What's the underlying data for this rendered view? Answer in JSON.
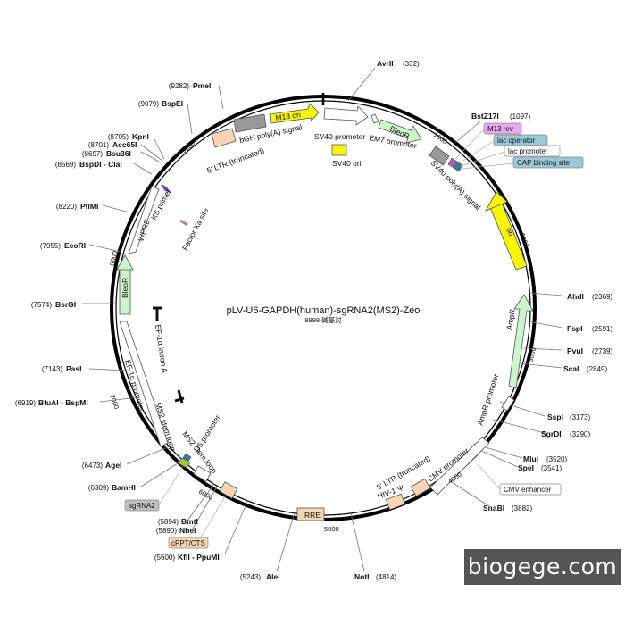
{
  "title": "pLV-U6-GAPDH(human)-sgRNA2(MS2)-Zeo",
  "subtitle": "9998 碱基对",
  "length": 9998,
  "watermark": "biogege.com",
  "tick_labels": [
    "1000",
    "2000",
    "3000",
    "4000",
    "5000",
    "6000",
    "7000",
    "8000",
    "9000"
  ],
  "sites": [
    {
      "name": "AvrII",
      "pos": "(332)"
    },
    {
      "name": "BstZ17I",
      "pos": "(1097)"
    },
    {
      "name": "AhdI",
      "pos": "(2369)"
    },
    {
      "name": "FspI",
      "pos": "(2591)"
    },
    {
      "name": "PvuI",
      "pos": "(2739)"
    },
    {
      "name": "ScaI",
      "pos": "(2849)"
    },
    {
      "name": "SspI",
      "pos": "(3173)"
    },
    {
      "name": "SgrDI",
      "pos": "(3290)"
    },
    {
      "name": "MluI",
      "pos": "(3520)"
    },
    {
      "name": "SpeI",
      "pos": "(3541)"
    },
    {
      "name": "SnaBI",
      "pos": "(3882)"
    },
    {
      "name": "NotI",
      "pos": "(4814)"
    },
    {
      "name": "AleI",
      "pos": "(5243)"
    },
    {
      "name": "KflI - PpuMI",
      "pos": "(5600)"
    },
    {
      "name": "NheI",
      "pos": "(5890)"
    },
    {
      "name": "BmtI",
      "pos": "(5894)"
    },
    {
      "name": "BamHI",
      "pos": "(6309)"
    },
    {
      "name": "AgeI",
      "pos": "(6473)"
    },
    {
      "name": "BfuAI - BspMI",
      "pos": "(6919)"
    },
    {
      "name": "PasI",
      "pos": "(7143)"
    },
    {
      "name": "BsrGI",
      "pos": "(7574)"
    },
    {
      "name": "EcoRI",
      "pos": "(7955)"
    },
    {
      "name": "PflMI",
      "pos": "(8220)"
    },
    {
      "name": "BspDI - ClaI",
      "pos": "(8569)"
    },
    {
      "name": "Bsu36I",
      "pos": "(8697)"
    },
    {
      "name": "Acc65I",
      "pos": "(8701)"
    },
    {
      "name": "KpnI",
      "pos": "(8705)"
    },
    {
      "name": "BspEI",
      "pos": "(9079)"
    },
    {
      "name": "PmeI",
      "pos": "(9282)"
    }
  ],
  "features": [
    {
      "name": "M13 ori",
      "color": "#f7f700"
    },
    {
      "name": "bGH poly(A) signal",
      "color": "#999999"
    },
    {
      "name": "5' LTR (truncated)",
      "color": "#f5d5b5"
    },
    {
      "name": "SV40 promoter",
      "color": "#ffffff"
    },
    {
      "name": "SV40 ori",
      "color": "#f7f700"
    },
    {
      "name": "EM7 promoter",
      "color": "#ffffff"
    },
    {
      "name": "BleoR",
      "color": "#ccf5cc"
    },
    {
      "name": "SV40 poly(A) signal",
      "color": "#999999"
    },
    {
      "name": "ori",
      "color": "#f7f700"
    },
    {
      "name": "AmpR",
      "color": "#ccf5cc"
    },
    {
      "name": "AmpR promoter",
      "color": "#ffffff"
    },
    {
      "name": "CMV promoter",
      "color": "#ffffff"
    },
    {
      "name": "5' LTR (truncated)",
      "color": "#f5d5b5"
    },
    {
      "name": "HIV-1 Ψ",
      "color": "#f5d5b5"
    },
    {
      "name": "RRE",
      "color": "#f5d5b5"
    },
    {
      "name": "U6 promoter",
      "color": "#ffffff"
    },
    {
      "name": "MS2 stem loop",
      "color": "#ffffff"
    },
    {
      "name": "MS2 stem loop",
      "color": "#ffffff"
    },
    {
      "name": "EF-1α promoter",
      "color": "#ffffff"
    },
    {
      "name": "EF-1α intron A",
      "color": "#111111"
    },
    {
      "name": "BleoR",
      "color": "#ccf5cc"
    },
    {
      "name": "WPRE",
      "color": "#ffffff"
    },
    {
      "name": "KS primer",
      "color": "#7a3fb5"
    },
    {
      "name": "Factor Xa site",
      "color": "#c27a9a"
    }
  ],
  "badges": [
    {
      "name": "M13 rev",
      "color": "#e8a8ee"
    },
    {
      "name": "lac operator",
      "color": "#9ac8d8"
    },
    {
      "name": "lac promoter",
      "color": "#ffffff"
    },
    {
      "name": "CAP binding site",
      "color": "#9ac8d8"
    },
    {
      "name": "CMV enhancer",
      "color": "#ffffff"
    },
    {
      "name": "sgRNA2",
      "color": "#c0c0c0"
    },
    {
      "name": "cPPT/CTS",
      "color": "#f5d5b5"
    }
  ]
}
